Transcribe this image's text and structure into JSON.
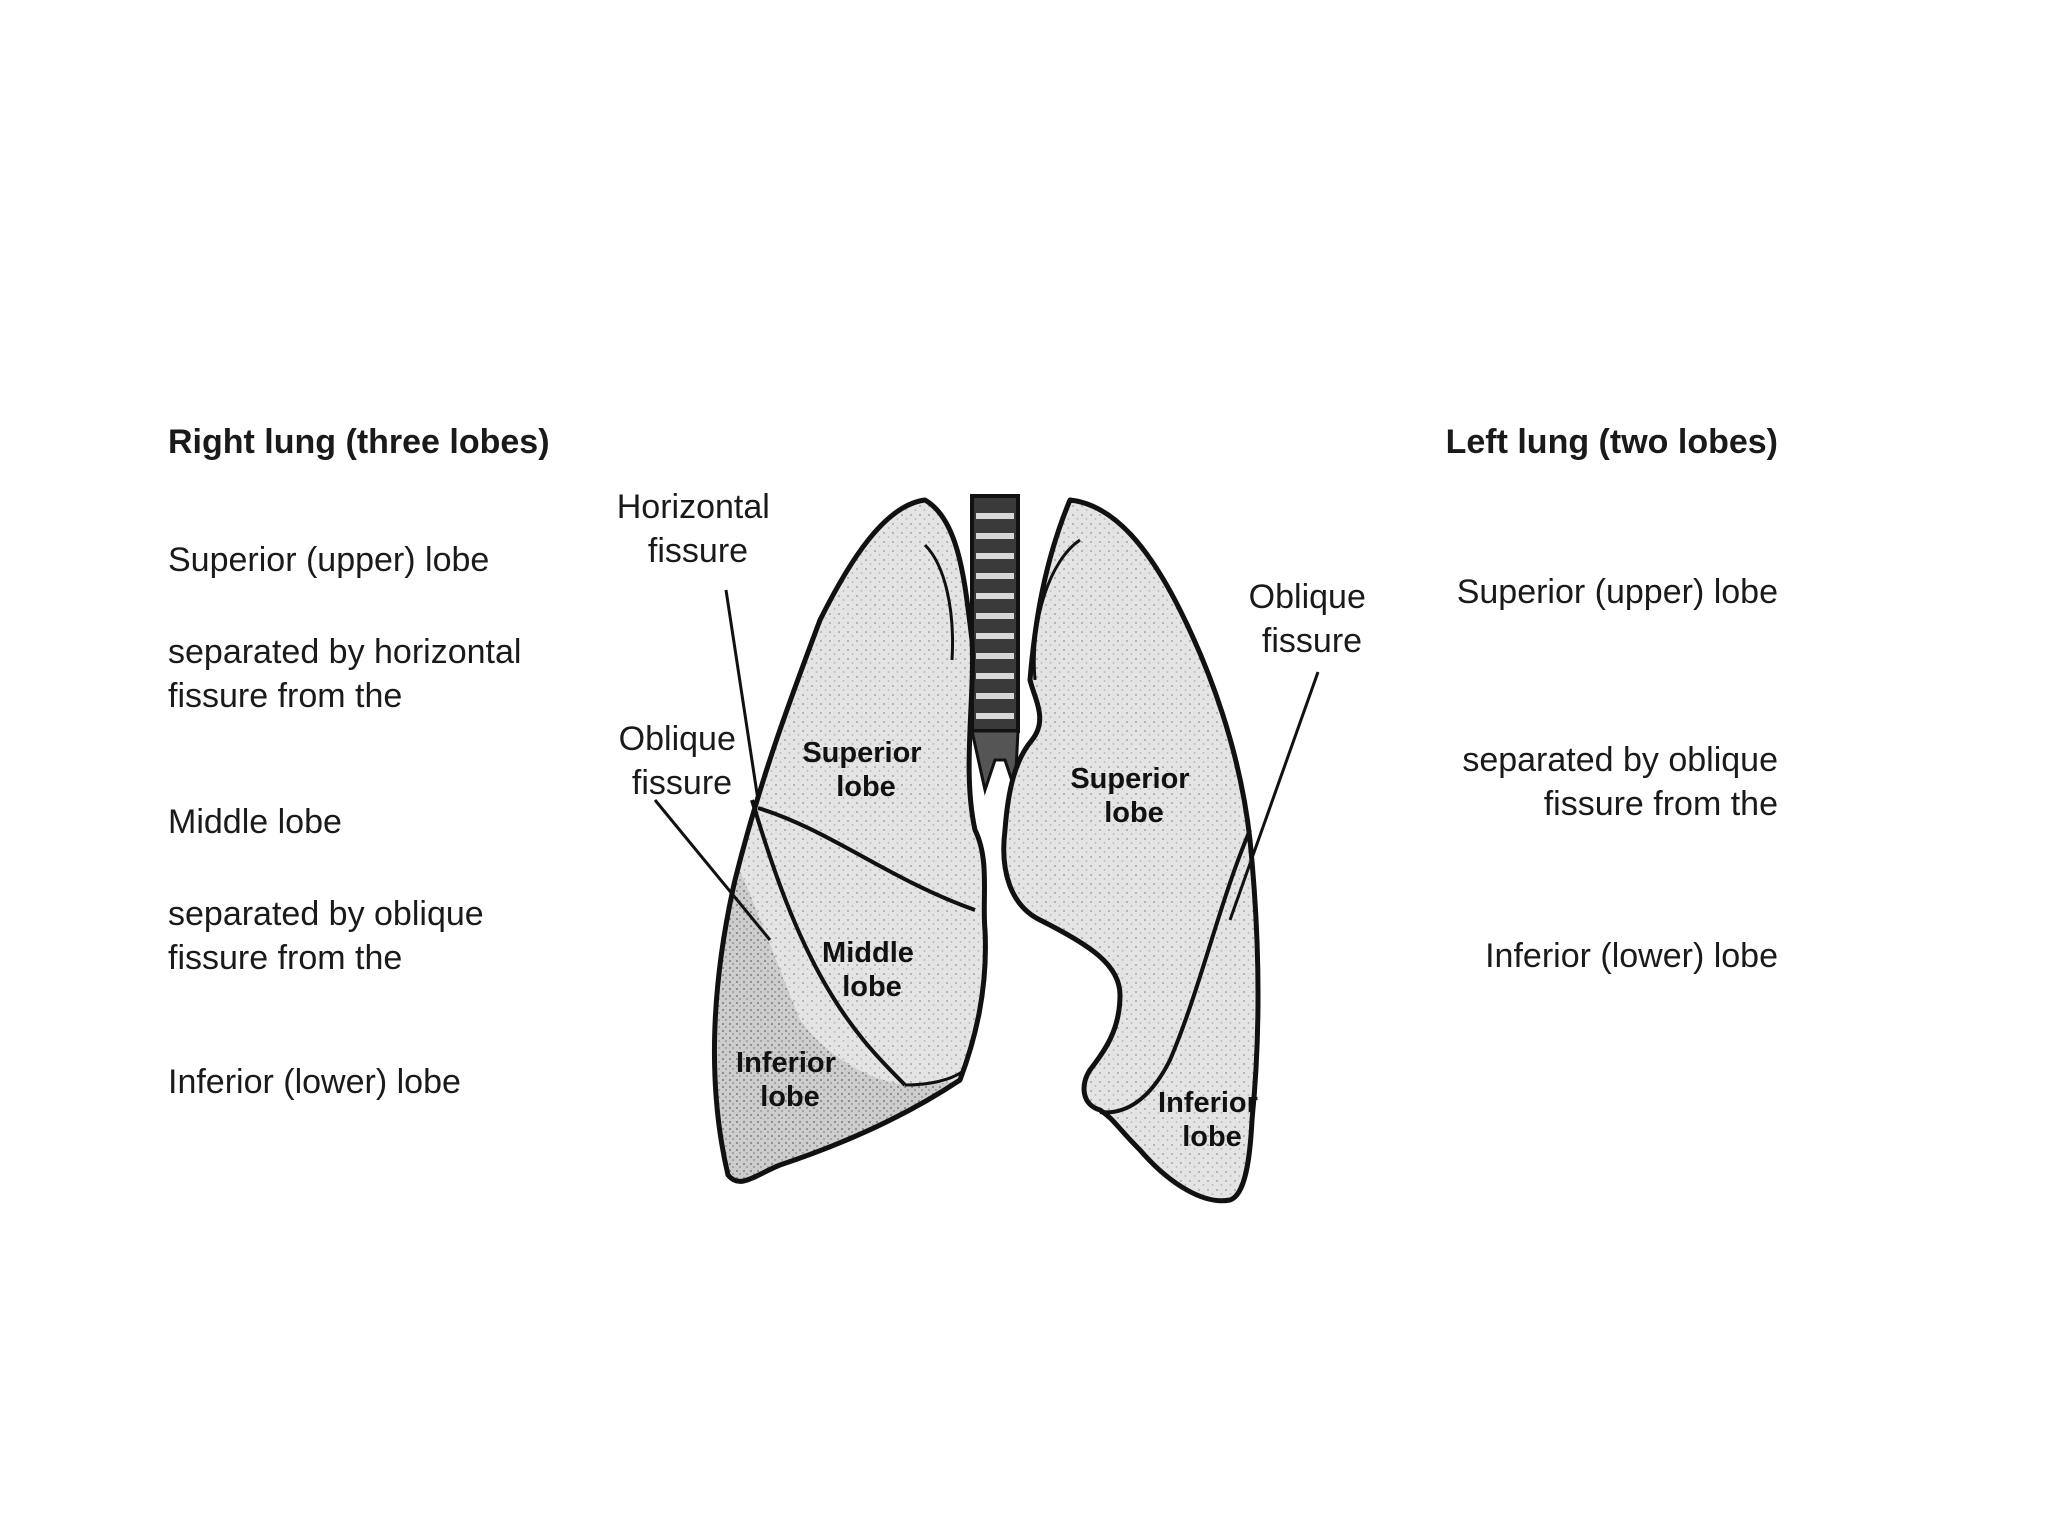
{
  "right_lung": {
    "heading": "Right lung (three lobes)",
    "items": [
      "Superior (upper) lobe",
      "separated by horizontal fissure from the",
      "Middle lobe",
      "separated by oblique fissure from the",
      "Inferior (lower) lobe"
    ]
  },
  "left_lung": {
    "heading": "Left lung (two lobes)",
    "items": [
      "Superior (upper) lobe",
      "separated by oblique fissure from the",
      "Inferior (lower) lobe"
    ]
  },
  "diagram": {
    "callouts": {
      "horizontal_fissure": [
        "Horizontal",
        "fissure"
      ],
      "oblique_fissure_right": [
        "Oblique",
        "fissure"
      ],
      "oblique_fissure_left": [
        "Oblique",
        "fissure"
      ]
    },
    "lobe_labels": {
      "right_superior": [
        "Superior",
        "lobe"
      ],
      "right_middle": [
        "Middle",
        "lobe"
      ],
      "right_inferior": [
        "Inferior",
        "lobe"
      ],
      "left_superior": [
        "Superior",
        "lobe"
      ],
      "left_inferior": [
        "Inferior",
        "lobe"
      ]
    }
  },
  "colors": {
    "outline": "#111111",
    "lobe_fill": "#e2e2e2",
    "inferior_fill": "#c9c9c9",
    "background": "#ffffff"
  }
}
